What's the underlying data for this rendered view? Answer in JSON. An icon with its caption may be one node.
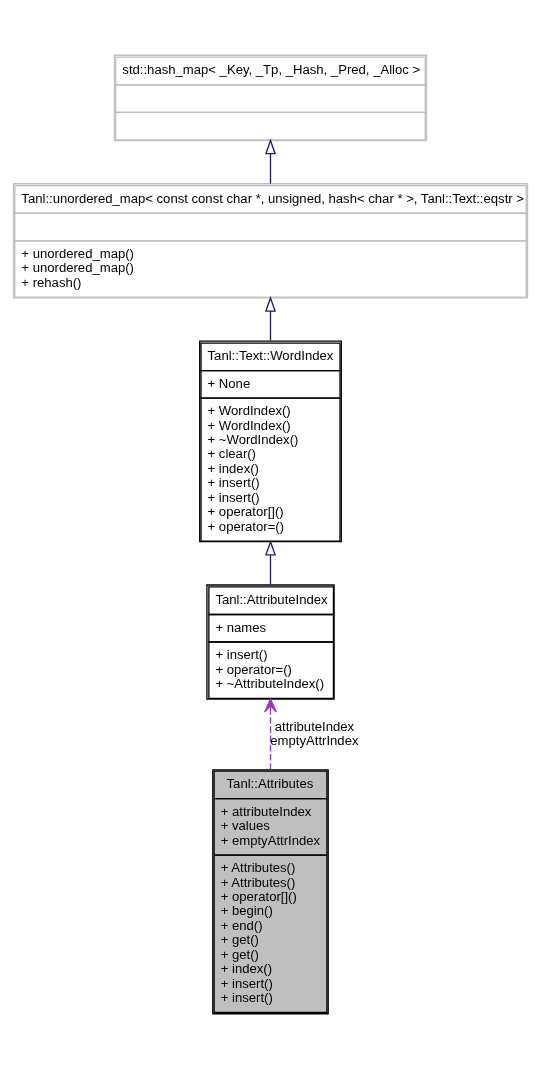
{
  "diagram": {
    "nodes": [
      {
        "text": [
          "std::hash_map< _Key, _Tp, _Hash, _Pred, _Alloc >"
        ]
      },
      {
        "text": [
          "Tanl::unordered_map< const const char *, unsigned, hash< char * >, Tanl::Text::eqstr >",
          "+ unordered_map() + unordered_map() + rehash()"
        ]
      },
      {
        "text": [
          "Tanl::Text::WordIndex",
          "+ None",
          "+ WordIndex() + WordIndex() + ~WordIndex() + clear() + index() + insert() + insert() + operator[]() + operator=()"
        ]
      },
      {
        "text": [
          "Tanl::AttributeIndex",
          "+ names",
          "+ insert() + operator=() + ~AttributeIndex()"
        ]
      },
      {
        "text": [
          "Tanl::Attributes",
          "+ attributeIndex + values + emptyAttrIndex",
          "+ Attributes() + Attributes() + operator[]() + begin() + end() + get() + get() + index() + insert() + insert()"
        ]
      }
    ],
    "edges": [
      {
        "from": 1,
        "to": 0,
        "arrow": "to"
      },
      {
        "from": 2,
        "to": 1,
        "arrow": "to"
      },
      {
        "from": 3,
        "to": 2,
        "arrow": "to"
      },
      {
        "from": 4,
        "to": 3,
        "arrow": "to",
        "label": "attributeIndex emptyAttrIndex",
        "style": "dashed",
        "color": "#9a32cd"
      }
    ]
  }
}
